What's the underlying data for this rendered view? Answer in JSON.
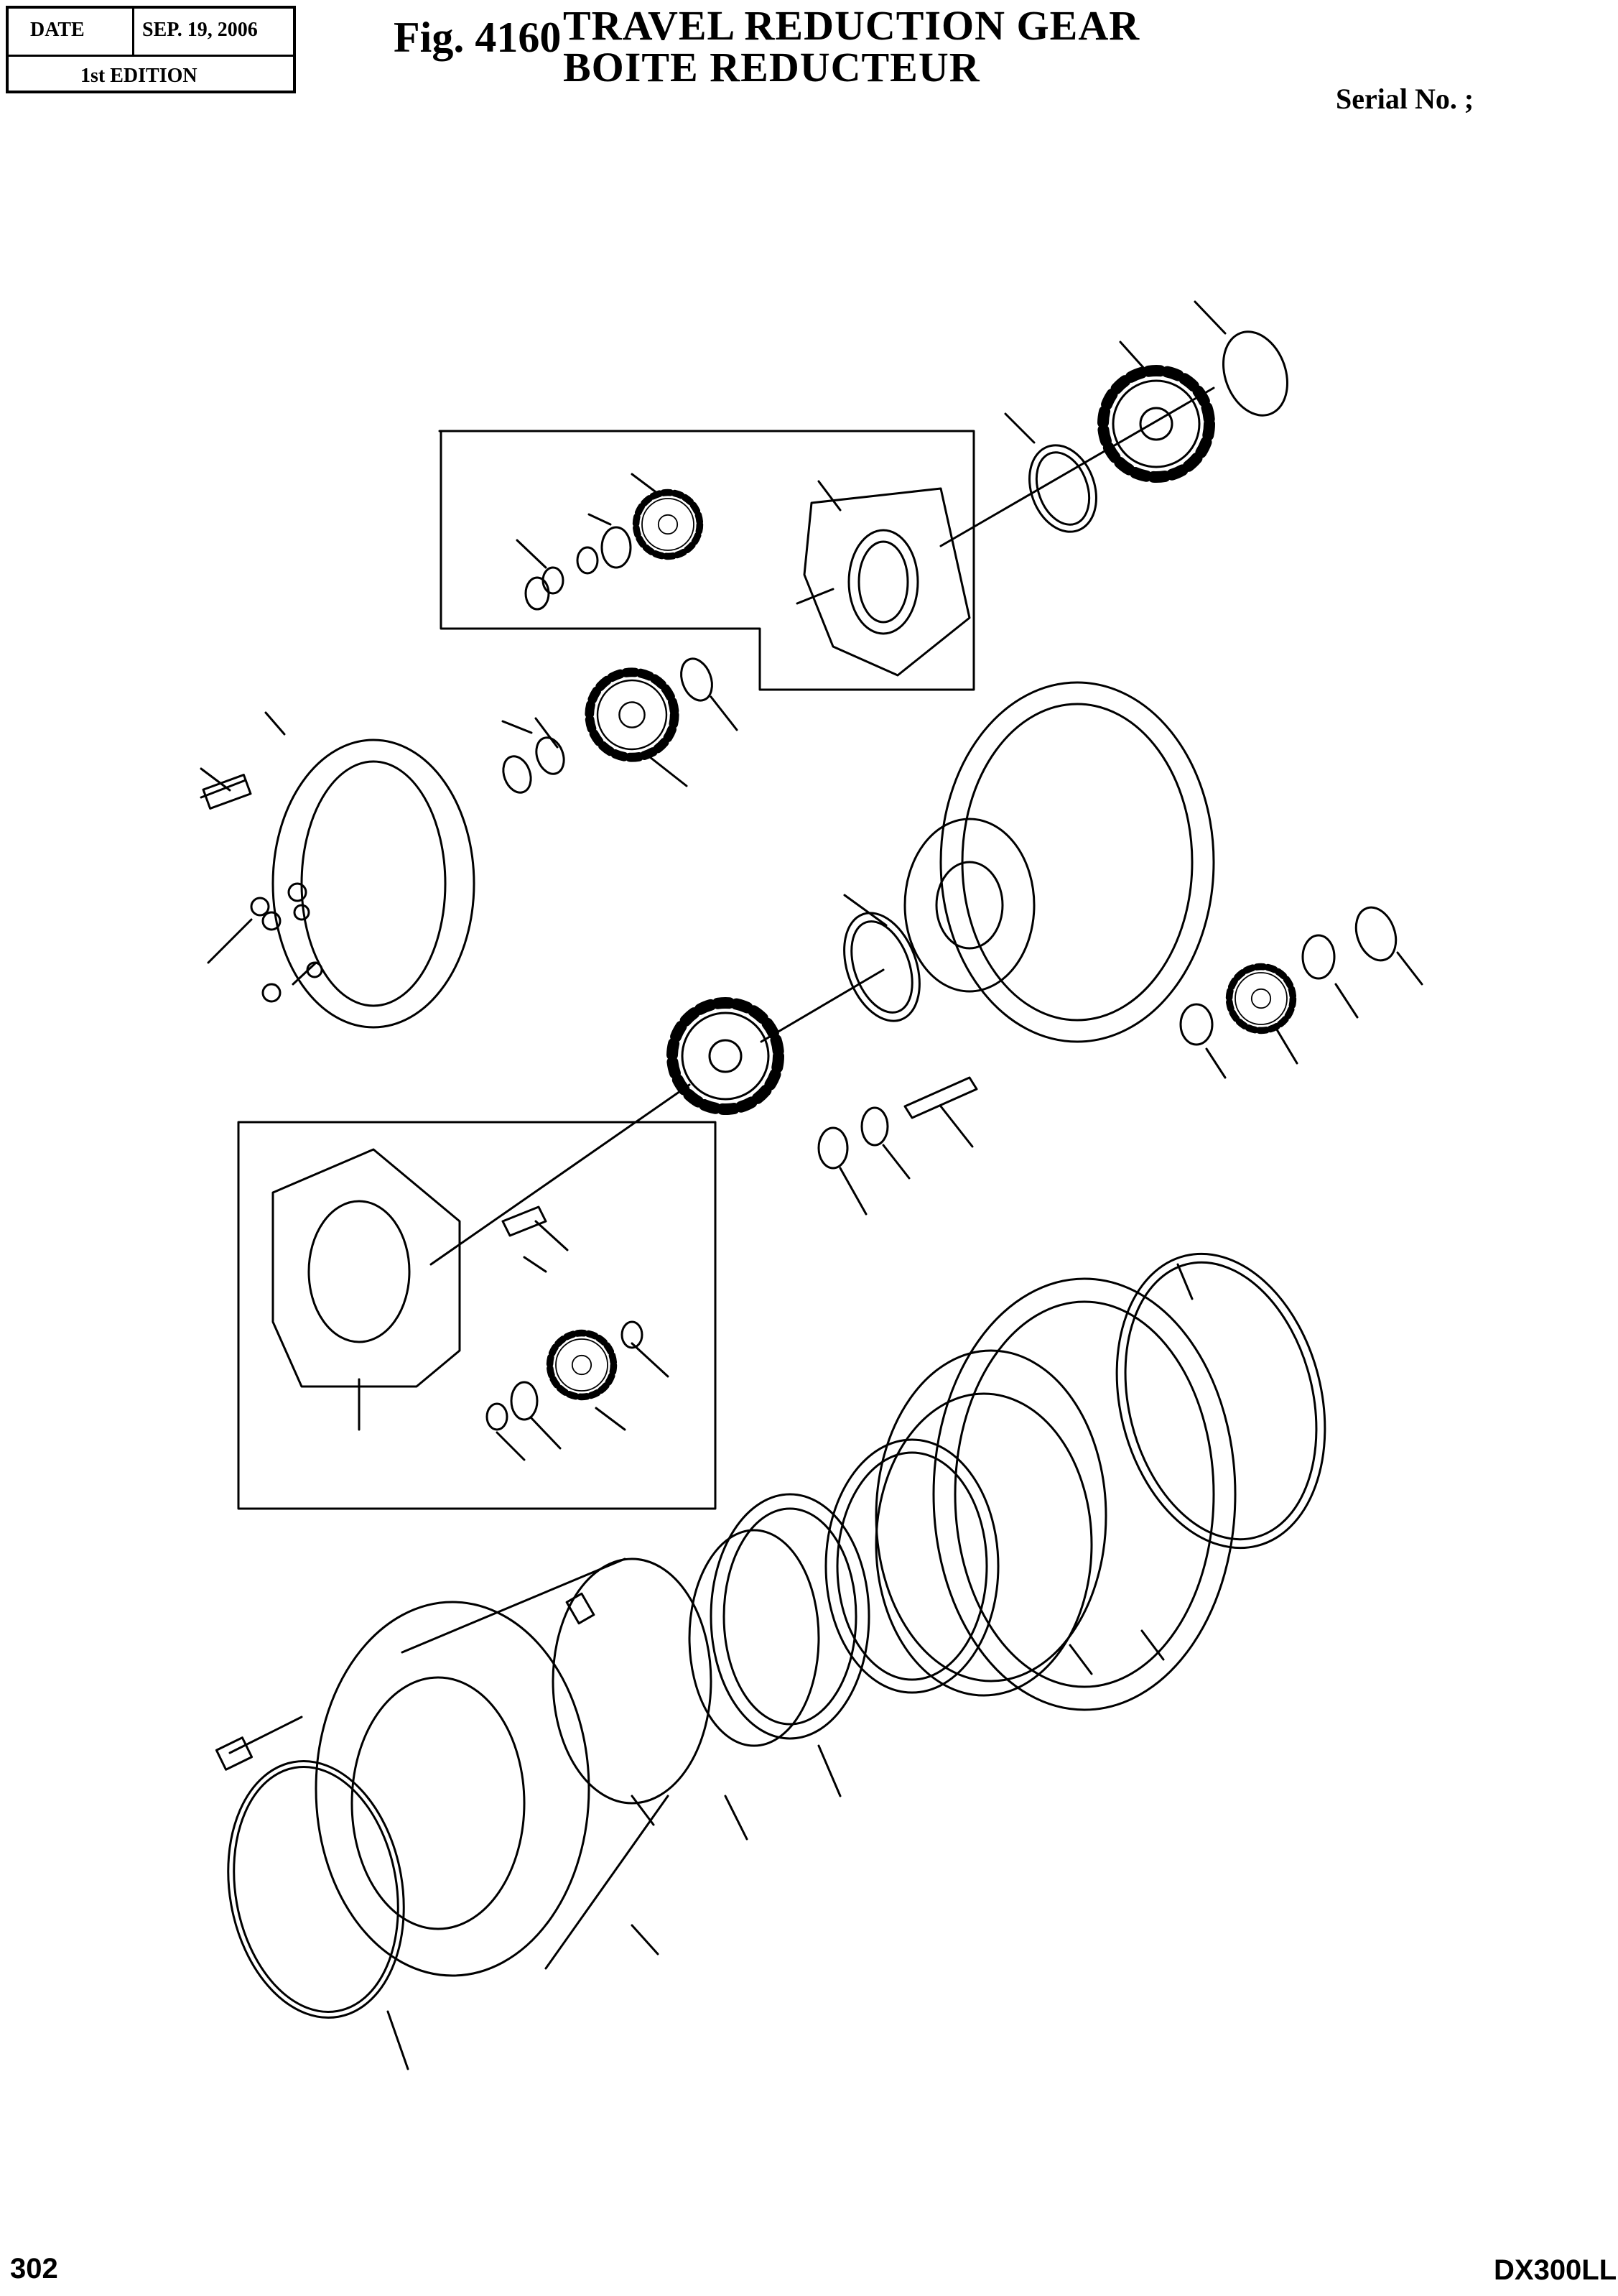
{
  "header": {
    "date_label": "DATE",
    "date_value": "SEP. 19, 2006",
    "edition": "1st EDITION",
    "figure_number": "Fig. 4160",
    "title_en": "TRAVEL  REDUCTION  GEAR",
    "title_fr": "BOITE  REDUCTEUR",
    "serial": "Serial No. ;"
  },
  "footer": {
    "page_number": "302",
    "model": "DX300LL"
  }
}
